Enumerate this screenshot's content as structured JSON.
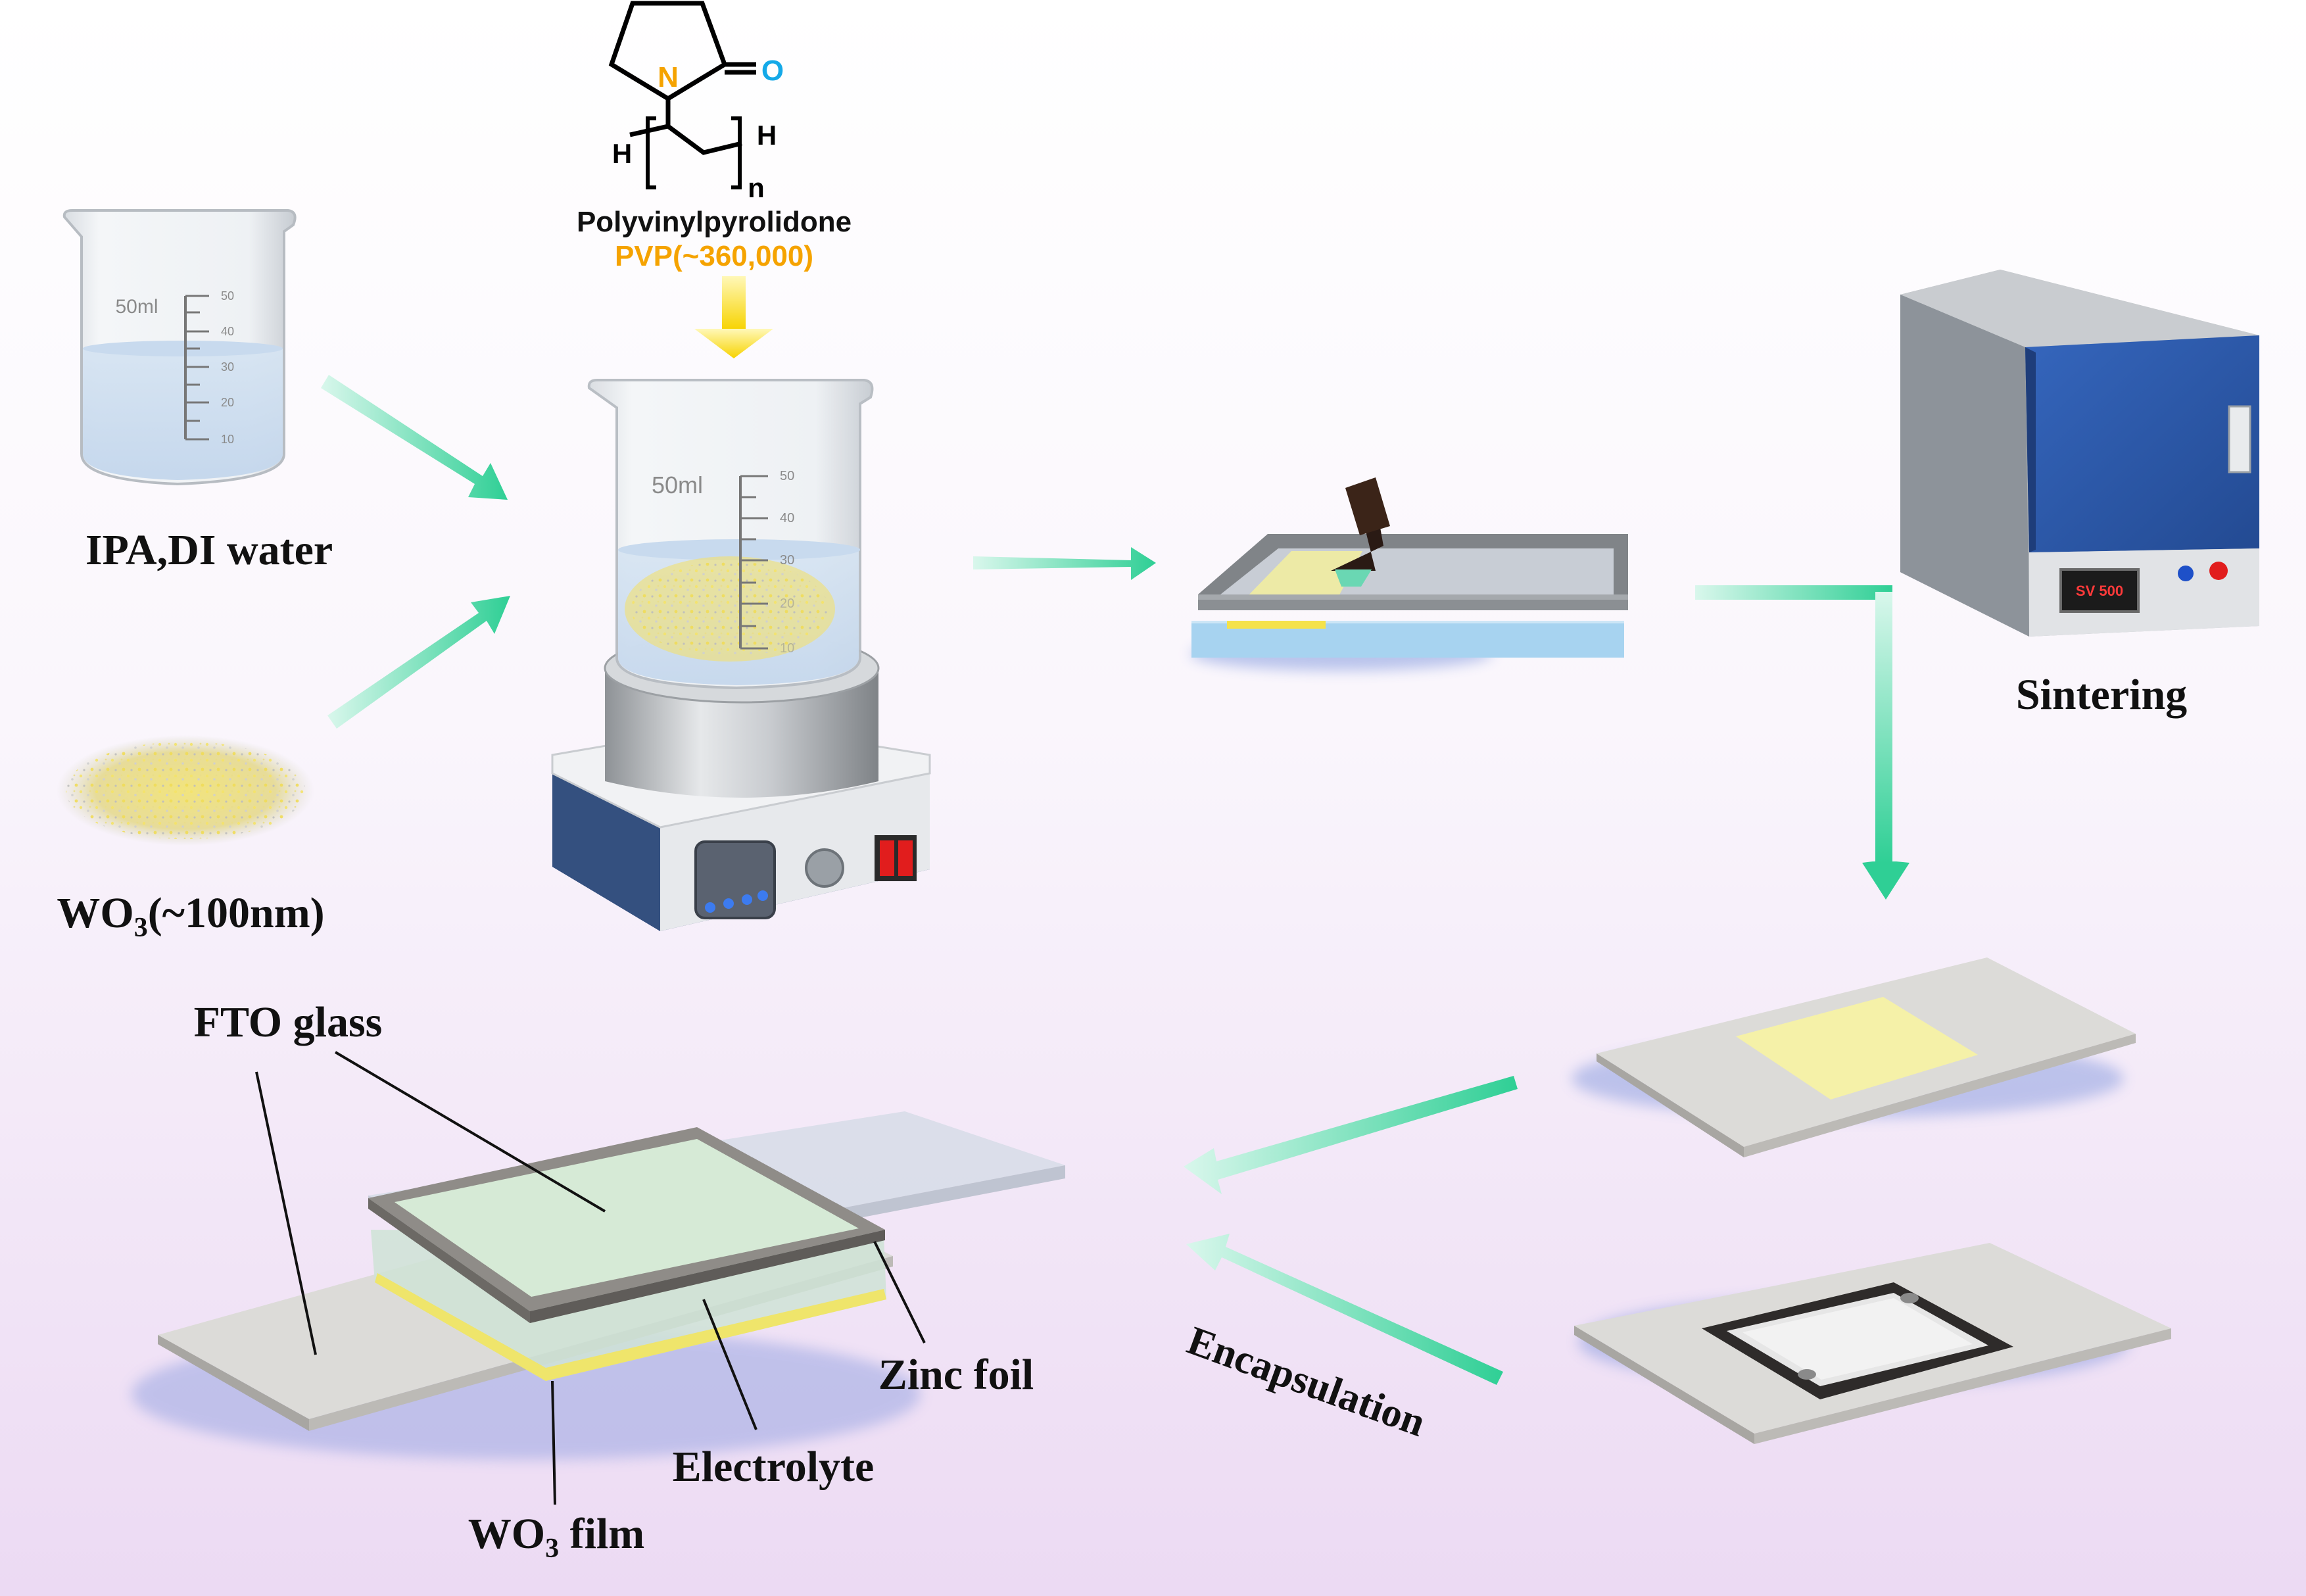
{
  "colors": {
    "background_top": "#ffffff",
    "background_bottom": "#eddcf4",
    "arrow": "#3ad19a",
    "pvp_label": "#f5a300",
    "nitrogen": "#f5a300",
    "oxygen": "#14a9e8",
    "furnace_door": "#2d58a8",
    "stirrer_base": "#2e4a78",
    "wo3_powder": "#eedf83"
  },
  "inputs": {
    "solvent_label": "IPA,DI water",
    "powder_label_main": "WO",
    "powder_label_sub": "3",
    "powder_label_tail": "(~100nm)"
  },
  "polymer": {
    "atom_n": "N",
    "atom_o": "O",
    "atom_h_left": "H",
    "atom_h_right": "H",
    "repeat_n": "n",
    "name": "Polyvinylpyrolidone",
    "formula": "PVP(~360,000)"
  },
  "beaker": {
    "volume_label": "50ml",
    "ticks": [
      "50",
      "40",
      "30",
      "20",
      "10"
    ]
  },
  "furnace": {
    "display": "SV  500",
    "label": "Sintering"
  },
  "encapsulation": {
    "label": "Encapsulation"
  },
  "device": {
    "fto_label": "FTO glass",
    "zinc_label": "Zinc foil",
    "electrolyte_label": "Electrolyte",
    "film_label_main": "WO",
    "film_label_sub": "3",
    "film_label_tail": " film"
  }
}
